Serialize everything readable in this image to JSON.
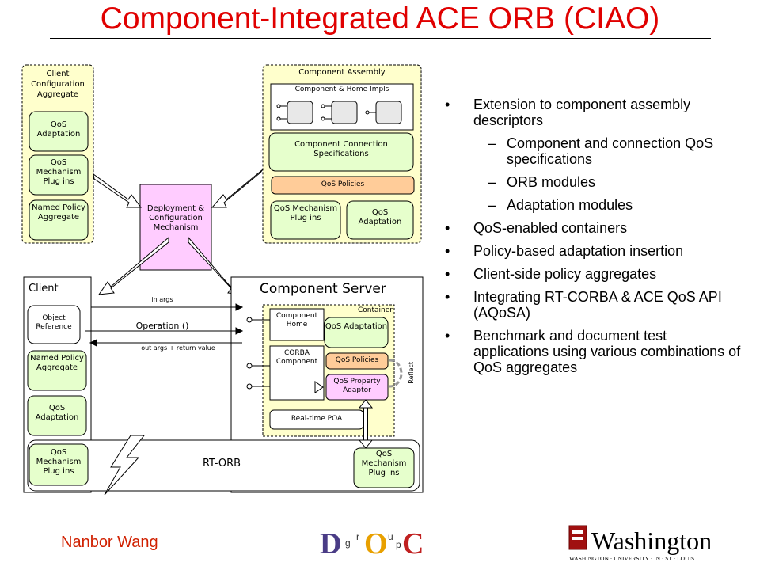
{
  "title": "Component-Integrated ACE ORB (CIAO)",
  "client_config": {
    "title": "Client Configuration Aggregate",
    "items": [
      "QoS Adaptation",
      "QoS Mechanism Plug ins",
      "Named Policy Aggregate"
    ]
  },
  "deployment": {
    "label": "Deployment & Configuration Mechanism"
  },
  "component_assembly": {
    "title": "Component Assembly",
    "impls": "Component & Home Impls",
    "connection": "Component Connection Specifications",
    "policies": "QoS Policies",
    "mechanism": "QoS Mechanism Plug ins",
    "adaptation": "QoS Adaptation"
  },
  "client": {
    "title": "Client",
    "object_ref": "Object Reference",
    "named_policy": "Named Policy Aggregate",
    "adaptation": "QoS Adaptation",
    "mechanism": "QoS Mechanism Plug ins"
  },
  "invocation": {
    "in_args": "in args",
    "operation": "Operation ()",
    "out_args": "out args + return value"
  },
  "server": {
    "title": "Component Server",
    "container": "Container",
    "home": "Component Home",
    "corba": "CORBA Component",
    "adaptation": "QoS Adaptation",
    "policies": "QoS Policies",
    "adaptor": "QoS Property Adaptor",
    "reflect": "Reflect",
    "poa": "Real-time POA",
    "mechanism": "QoS Mechanism Plug ins"
  },
  "rt_orb": "RT-ORB",
  "bullets": [
    {
      "level": 1,
      "text": "Extension to component assembly descriptors"
    },
    {
      "level": 2,
      "text": "Component and connection QoS specifications"
    },
    {
      "level": 2,
      "text": "ORB modules"
    },
    {
      "level": 2,
      "text": "Adaptation modules"
    },
    {
      "level": 1,
      "text": "QoS-enabled containers"
    },
    {
      "level": 1,
      "text": "Policy-based adaptation insertion"
    },
    {
      "level": 1,
      "text": "Client-side policy aggregates"
    },
    {
      "level": 1,
      "text": "Integrating RT-CORBA & ACE QoS API (AQoSA)"
    },
    {
      "level": 1,
      "text": "Benchmark and document test applications using various combinations of QoS aggregates"
    }
  ],
  "footer": {
    "author": "Nanbor Wang",
    "group_logo_letters": [
      "D",
      "g",
      "r",
      "O",
      "u",
      "p",
      "C"
    ],
    "university_logo": "Washington",
    "university_sub": "WASHINGTON · UNIVERSITY · IN · ST · LOUIS"
  },
  "colors": {
    "title": "#e00000",
    "yellow_box": "#ffffcc",
    "green_box": "#e6ffcc",
    "orange_box": "#ffcc99",
    "pink_box": "#ffccff"
  }
}
